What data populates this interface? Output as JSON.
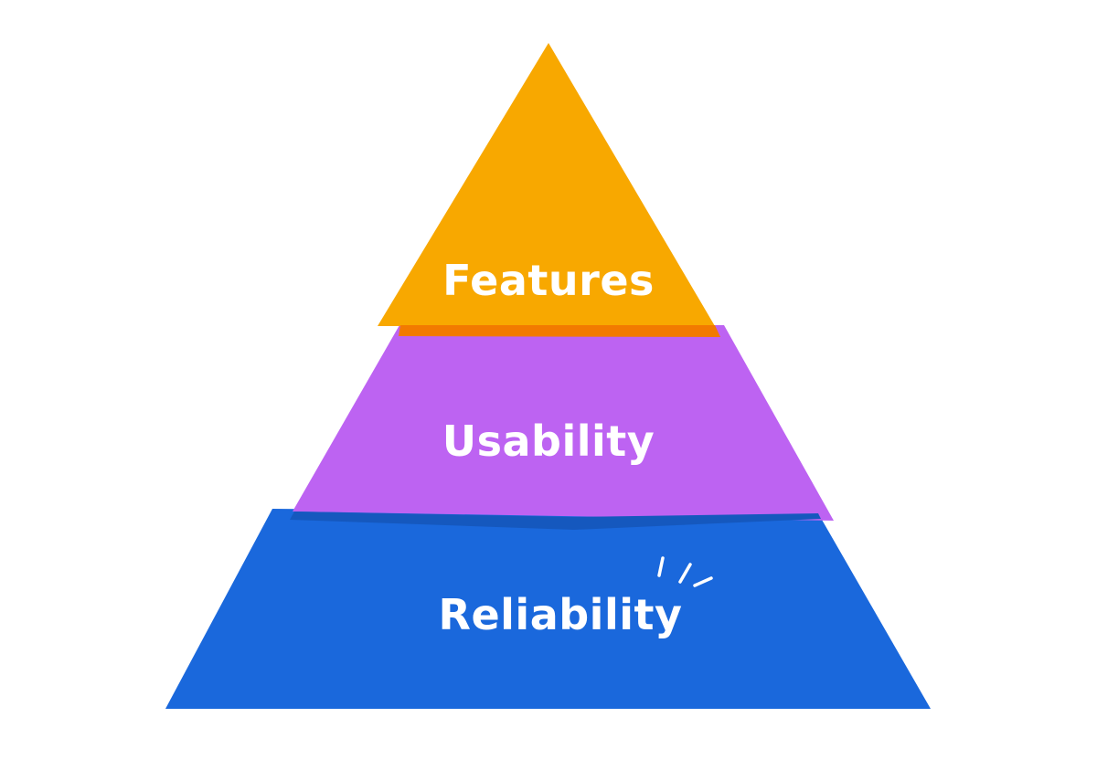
{
  "pyramid": {
    "layers": [
      {
        "id": "top",
        "label": "Features",
        "color": "#F8A800"
      },
      {
        "id": "middle",
        "label": "Usability",
        "color": "#BD63F2"
      },
      {
        "id": "bottom",
        "label": "Reliability",
        "color": "#1A68DC"
      }
    ],
    "accent_colors": {
      "top_edge": "#F27A00",
      "bottom_edge": "#1558BE"
    }
  }
}
